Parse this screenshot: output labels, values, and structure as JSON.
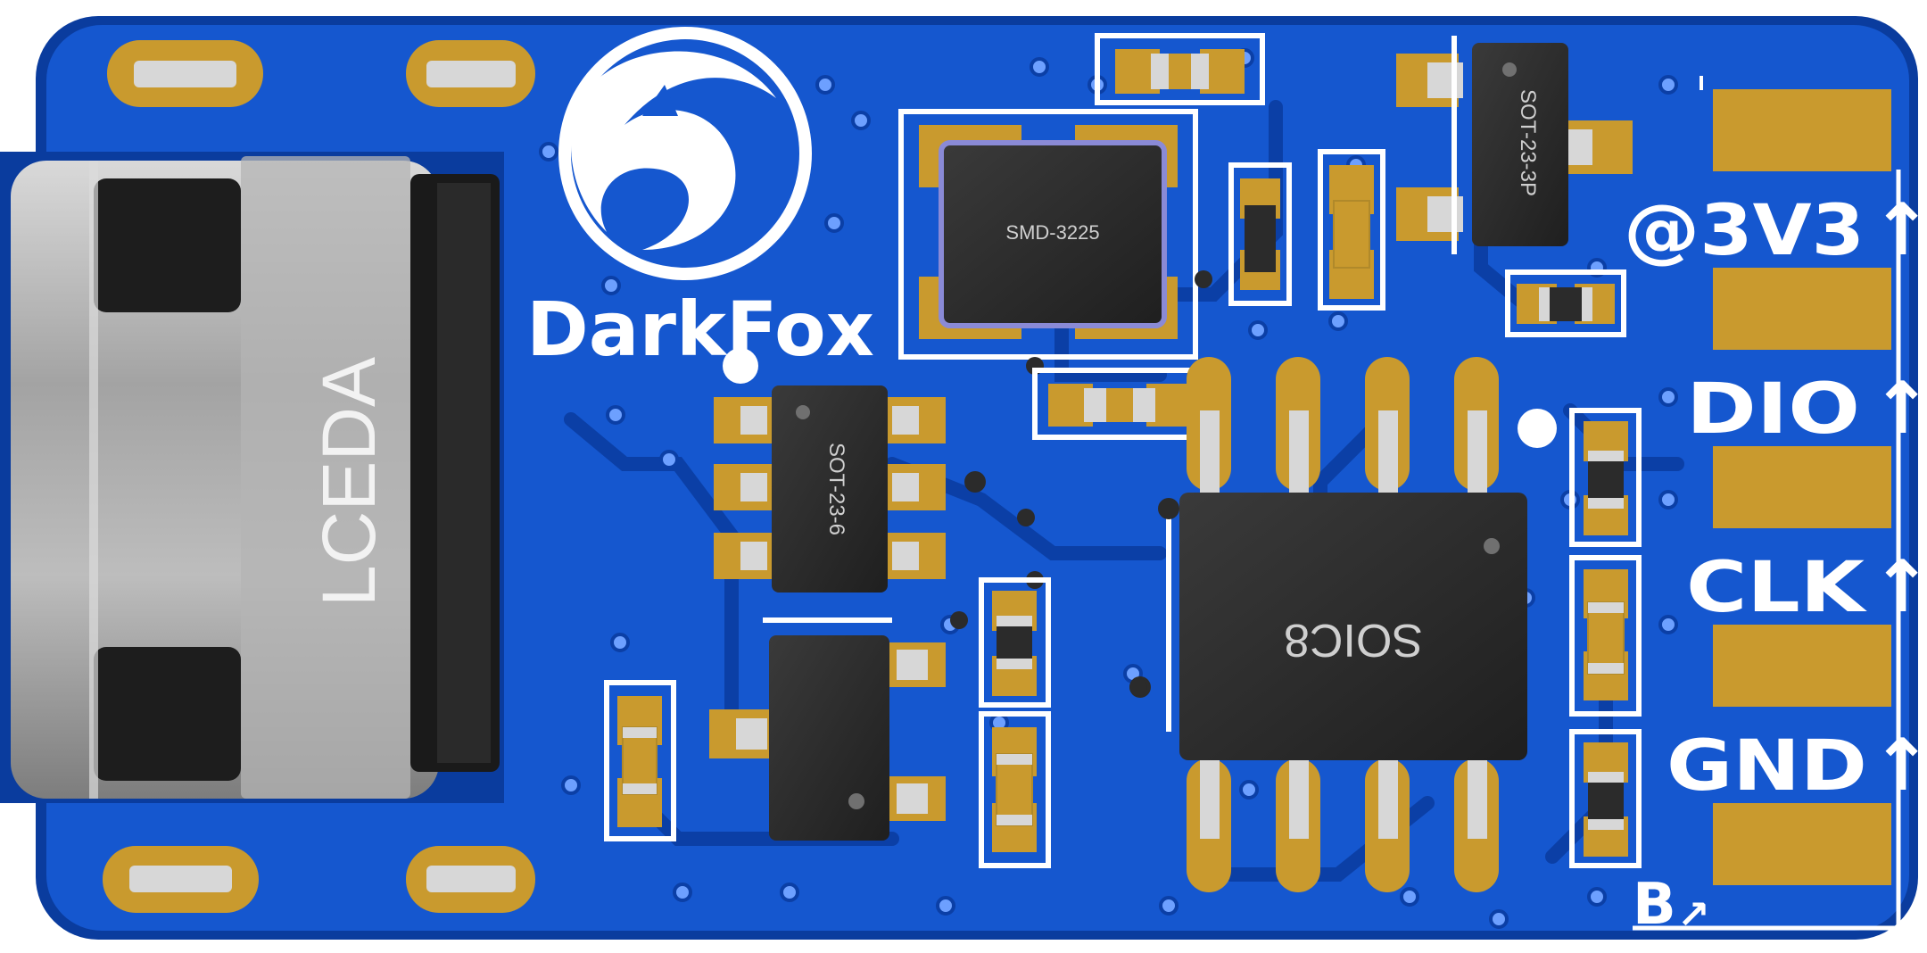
{
  "board": {
    "colors": {
      "background": "#ffffff",
      "board": "#0e4fc4",
      "board_edge": "#0a3c9e",
      "copper": "#1d63d8",
      "trace": "#0b3fa6",
      "pad_gold": "#c99a2e",
      "silkscreen": "#ffffff",
      "chip_body": "#2b2b2b",
      "usb_metal": "#9c9c9c"
    },
    "brand": "DarkFox",
    "logo_icon": "fox-circle-logo-icon",
    "connector_label": "LCEDA",
    "components": {
      "crystal": "SMD-3225",
      "regulator_top": "SOT-23-3P",
      "regulator_left": "SOT-23-6",
      "main_ic": "SOIC8"
    },
    "pins": [
      {
        "label": "@3V3",
        "arrow": "↑"
      },
      {
        "label": "DIO",
        "arrow": "↑"
      },
      {
        "label": "CLK",
        "arrow": "↑"
      },
      {
        "label": "GND",
        "arrow": "↑"
      }
    ],
    "corner_mark": "B",
    "corner_arrow": "↗"
  }
}
